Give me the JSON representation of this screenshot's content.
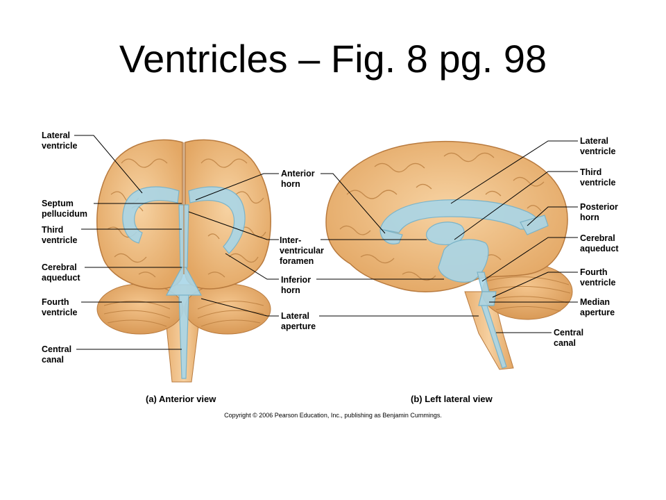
{
  "title": "Ventricles – Fig. 8 pg. 98",
  "anterior": {
    "caption": "(a) Anterior view",
    "labels": {
      "lateral_ventricle": "Lateral\nventricle",
      "septum_pellucidum": "Septum\npellucidum",
      "third_ventricle": "Third\nventricle",
      "cerebral_aqueduct": "Cerebral\naqueduct",
      "fourth_ventricle": "Fourth\nventricle",
      "central_canal": "Central\ncanal"
    }
  },
  "center_labels": {
    "anterior_horn": "Anterior\nhorn",
    "interventricular_foramen": "Inter-\nventricular\nforamen",
    "inferior_horn": "Inferior\nhorn",
    "lateral_aperture": "Lateral\naperture"
  },
  "lateral": {
    "caption": "(b) Left lateral view",
    "labels": {
      "lateral_ventricle": "Lateral\nventricle",
      "third_ventricle": "Third\nventricle",
      "posterior_horn": "Posterior\nhorn",
      "cerebral_aqueduct": "Cerebral\naqueduct",
      "fourth_ventricle": "Fourth\nventricle",
      "median_aperture": "Median\naperture",
      "central_canal": "Central\ncanal"
    }
  },
  "copyright": "Copyright © 2006 Pearson Education, Inc., publishing as Benjamin Cummings.",
  "colors": {
    "brain": "#f2c187",
    "brain_shade": "#d79a5a",
    "brain_outline": "#b87a3e",
    "ventricle": "#a9d6e8",
    "ventricle_edge": "#6fb2cf"
  }
}
